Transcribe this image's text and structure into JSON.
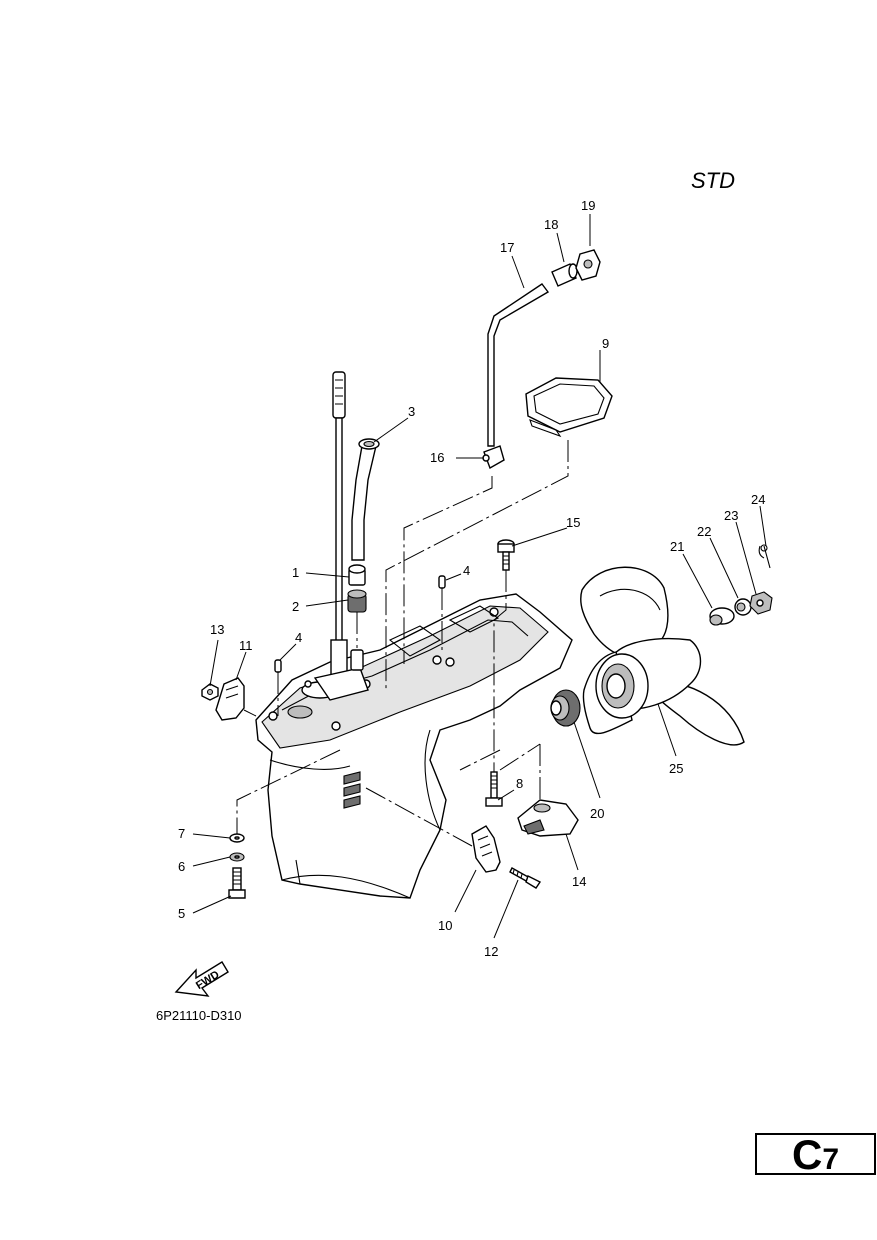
{
  "variant_label": "STD",
  "diagram_code": "6P21110-D310",
  "page_ref": {
    "letter": "C",
    "number": "7"
  },
  "fwd_arrow_text": "FWD",
  "callouts": [
    "1",
    "2",
    "3",
    "4",
    "4",
    "5",
    "6",
    "7",
    "8",
    "9",
    "10",
    "11",
    "12",
    "13",
    "14",
    "15",
    "16",
    "17",
    "18",
    "19",
    "20",
    "21",
    "22",
    "23",
    "24",
    "25"
  ]
}
